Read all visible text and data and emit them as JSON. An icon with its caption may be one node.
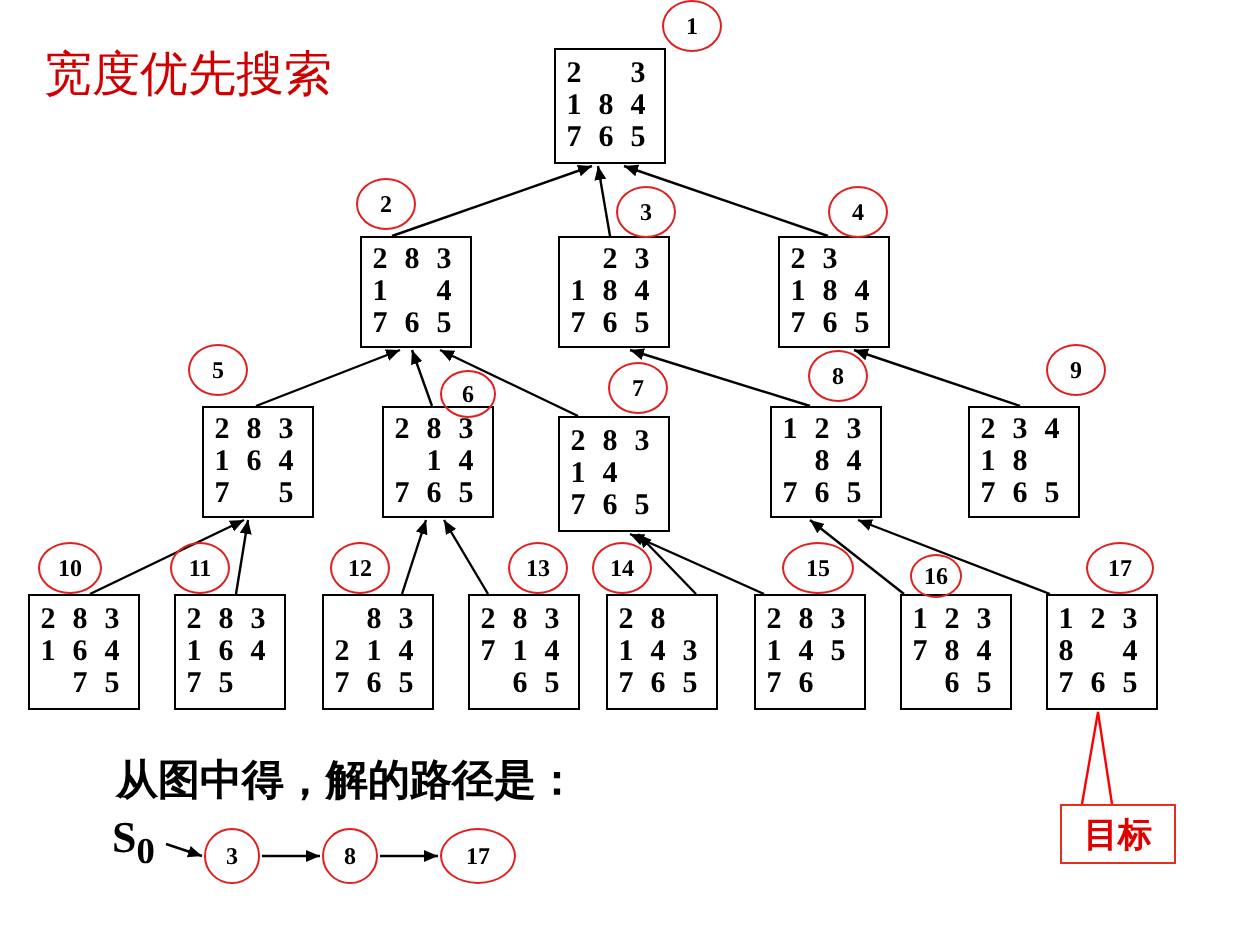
{
  "diagram": {
    "title": "宽度优先搜索",
    "nodes": [
      {
        "text": [
          "2",
          "3",
          "1",
          "8",
          "4",
          "7",
          "6",
          "5"
        ]
      },
      {
        "text": [
          "2",
          "8",
          "3",
          "1",
          "4",
          "7",
          "6",
          "5"
        ]
      },
      {
        "text": [
          "2",
          "3",
          "1",
          "8",
          "4",
          "7",
          "6",
          "5"
        ]
      },
      {
        "text": [
          "2",
          "3",
          "1",
          "8",
          "4",
          "7",
          "6",
          "5"
        ]
      },
      {
        "text": [
          "2",
          "8",
          "3",
          "1",
          "6",
          "4",
          "7",
          "5"
        ]
      },
      {
        "text": [
          "2",
          "8",
          "3",
          "1",
          "4",
          "7",
          "6",
          "5"
        ]
      },
      {
        "text": [
          "2",
          "8",
          "3",
          "1",
          "4",
          "7",
          "6",
          "5"
        ]
      },
      {
        "text": [
          "1",
          "2",
          "3",
          "8",
          "4",
          "7",
          "6",
          "5"
        ]
      },
      {
        "text": [
          "2",
          "3",
          "4",
          "1",
          "8",
          "7",
          "6",
          "5"
        ]
      },
      {
        "text": [
          "2",
          "8",
          "3",
          "1",
          "6",
          "4",
          "7",
          "5"
        ]
      },
      {
        "text": [
          "2",
          "8",
          "3",
          "1",
          "6",
          "4",
          "7",
          "5"
        ]
      },
      {
        "text": [
          "8",
          "3",
          "2",
          "1",
          "4",
          "7",
          "6",
          "5"
        ]
      },
      {
        "text": [
          "2",
          "8",
          "3",
          "7",
          "1",
          "4",
          "6",
          "5"
        ]
      },
      {
        "text": [
          "2",
          "8",
          "1",
          "4",
          "3",
          "7",
          "6",
          "5"
        ]
      },
      {
        "text": [
          "2",
          "8",
          "3",
          "1",
          "4",
          "5",
          "7",
          "6"
        ]
      },
      {
        "text": [
          "1",
          "2",
          "3",
          "7",
          "8",
          "4",
          "6",
          "5"
        ]
      },
      {
        "text": [
          "1",
          "2",
          "3",
          "8",
          "4",
          "7",
          "6",
          "5"
        ]
      },
      {
        "text": [
          "S$_{0}$"
        ]
      },
      {
        "text": [
          "3"
        ]
      },
      {
        "text": [
          "8"
        ]
      },
      {
        "text": [
          "17"
        ]
      },
      {
        "text": [
          "目标"
        ]
      },
      {
        "text": [
          "1"
        ]
      },
      {
        "text": [
          "2"
        ]
      },
      {
        "text": [
          "3"
        ]
      },
      {
        "text": [
          "4"
        ]
      },
      {
        "text": [
          "5"
        ]
      },
      {
        "text": [
          "6"
        ]
      },
      {
        "text": [
          "7"
        ]
      },
      {
        "text": [
          "8"
        ]
      },
      {
        "text": [
          "9"
        ]
      },
      {
        "text": [
          "10"
        ]
      },
      {
        "text": [
          "11"
        ]
      },
      {
        "text": [
          "12"
        ]
      },
      {
        "text": [
          "13"
        ]
      },
      {
        "text": [
          "14"
        ]
      },
      {
        "text": [
          "15"
        ]
      },
      {
        "text": [
          "16"
        ]
      },
      {
        "text": [
          "17"
        ]
      }
    ],
    "edges": [
      {
        "from": 1,
        "to": 0,
        "arrow": "to"
      },
      {
        "from": 2,
        "to": 0,
        "arrow": "to"
      },
      {
        "from": 3,
        "to": 0,
        "arrow": "to"
      },
      {
        "from": 4,
        "to": 1,
        "arrow": "to"
      },
      {
        "from": 5,
        "to": 1,
        "arrow": "to"
      },
      {
        "from": 6,
        "to": 1,
        "arrow": "to"
      },
      {
        "from": 7,
        "to": 2,
        "arrow": "to"
      },
      {
        "from": 8,
        "to": 3,
        "arrow": "to"
      },
      {
        "from": 9,
        "to": 4,
        "arrow": "to"
      },
      {
        "from": 10,
        "to": 4,
        "arrow": "to"
      },
      {
        "from": 11,
        "to": 5,
        "arrow": "to"
      },
      {
        "from": 12,
        "to": 5,
        "arrow": "to"
      },
      {
        "from": 13,
        "to": 6,
        "arrow": "to"
      },
      {
        "from": 14,
        "to": 6,
        "arrow": "to"
      },
      {
        "from": 15,
        "to": 7,
        "arrow": "to"
      },
      {
        "from": 16,
        "to": 7,
        "arrow": "to"
      },
      {
        "from": 17,
        "to": 18,
        "arrow": "to"
      },
      {
        "from": 18,
        "to": 19,
        "arrow": "to"
      },
      {
        "from": 19,
        "to": 20,
        "arrow": "to"
      },
      {
        "from": 21,
        "to": 16,
        "arrow": "none",
        "color": "#ff0000"
      }
    ],
    "labels": [
      "从图中得，解的路径是："
    ]
  }
}
